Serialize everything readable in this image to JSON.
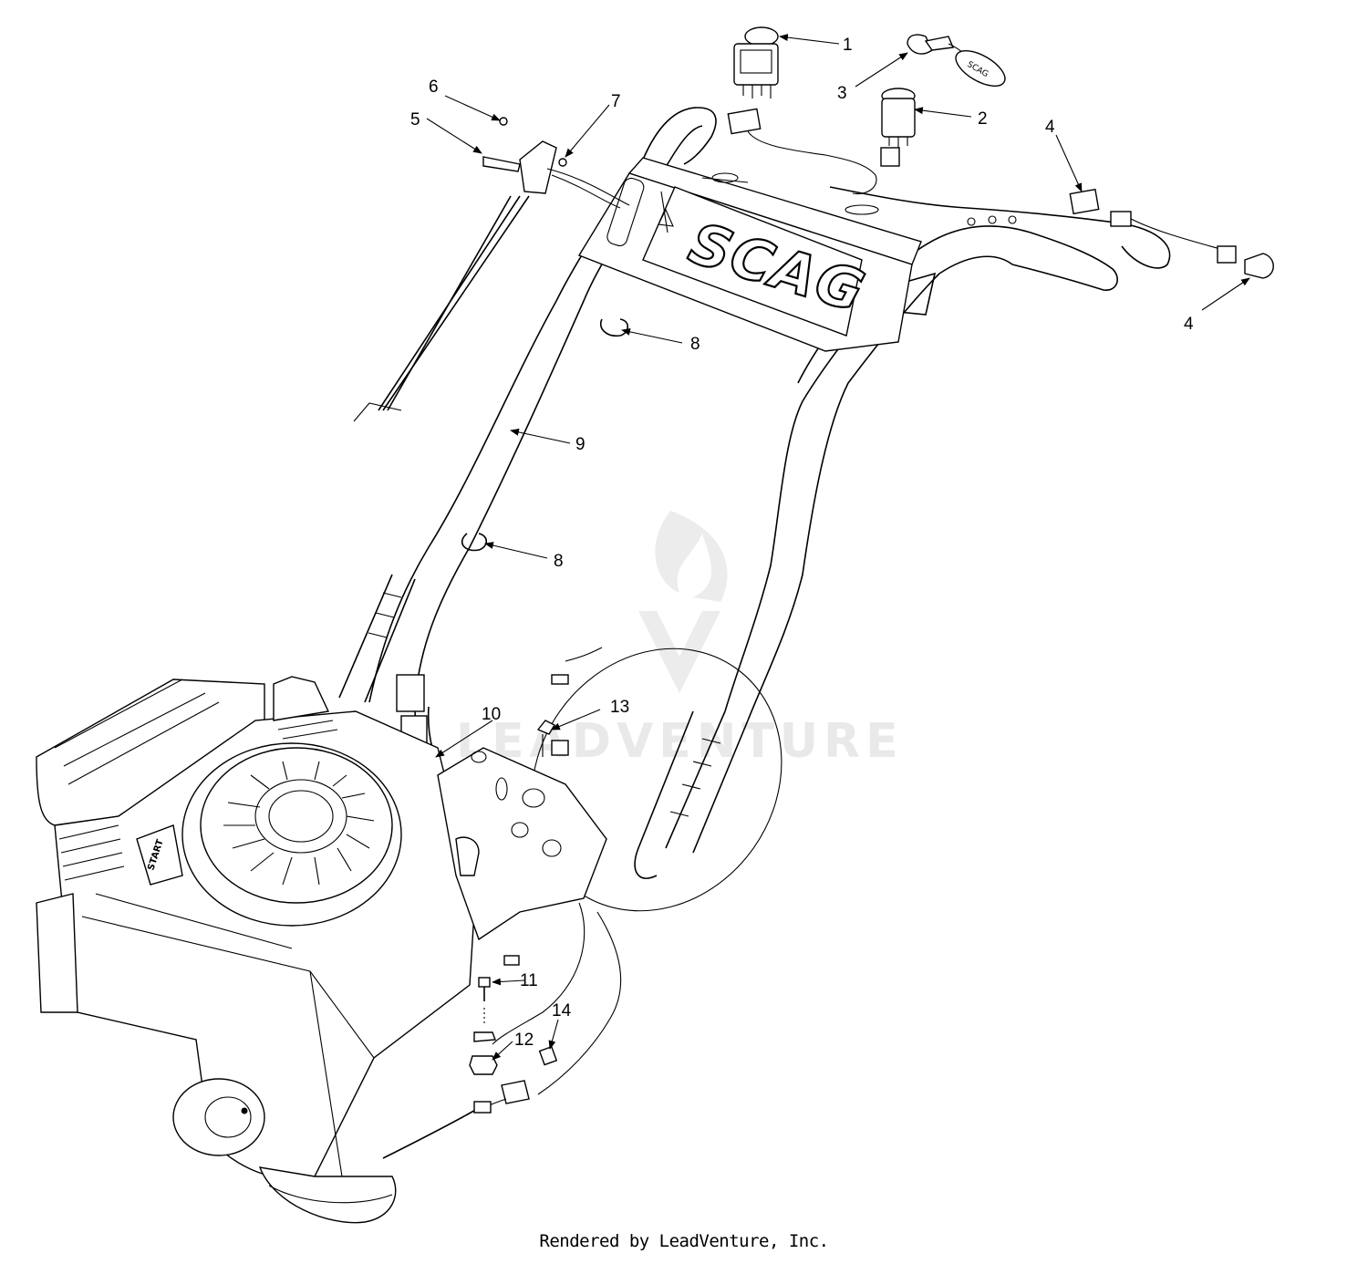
{
  "diagram": {
    "brand_text": "SCAG",
    "recoil_label": "START",
    "watermark": "LEADVENTURE",
    "footer": "Rendered by LeadVenture, Inc.",
    "callouts": {
      "c1": "1",
      "c2": "2",
      "c3": "3",
      "c4a": "4",
      "c4b": "4",
      "c5": "5",
      "c6": "6",
      "c7": "7",
      "c8a": "8",
      "c8b": "8",
      "c9": "9",
      "c10": "10",
      "c11": "11",
      "c12": "12",
      "c13": "13",
      "c14": "14"
    }
  }
}
